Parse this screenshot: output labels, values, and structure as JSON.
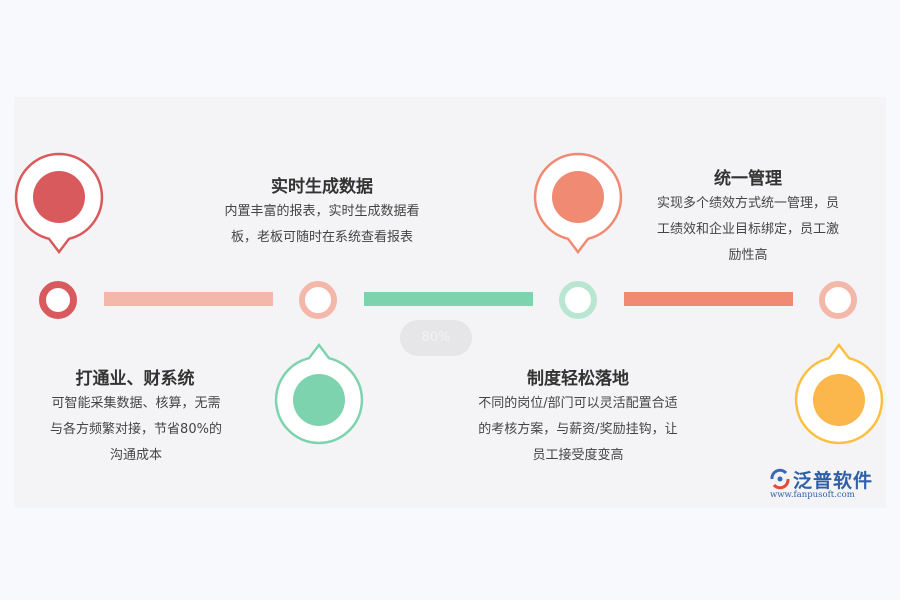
{
  "steps": [
    {
      "title": "打通业、财系统",
      "desc": [
        "可智能采集数据、核算，无需",
        "与各方频繁对接，节省80%的",
        "沟通成本"
      ],
      "color": "#d95a5c"
    },
    {
      "title": "实时生成数据",
      "desc": [
        "内置丰富的报表，实时生成数据看",
        "板，老板可随时在系统查看报表"
      ],
      "color": "#f4b8aa"
    },
    {
      "title": "制度轻松落地",
      "desc": [
        "不同的岗位/部门可以灵活配置合适",
        "的考核方案，与薪资/奖励挂钩，让",
        "员工接受度变高"
      ],
      "color": "#7dd3ad"
    },
    {
      "title": "统一管理",
      "desc": [
        "实现多个绩效方式统一管理，员",
        "工绩效和企业目标绑定，员工激",
        "励性高"
      ],
      "color": "#f08a73"
    }
  ],
  "badge": "80%",
  "logo": {
    "name": "泛普软件",
    "url": "www.fanpusoft.com"
  },
  "colors": {
    "red": "#d95a5c",
    "salmon": "#f4b8aa",
    "green": "#7dd3ad",
    "orange": "#f08a73",
    "yellow": "#fbb64c"
  }
}
